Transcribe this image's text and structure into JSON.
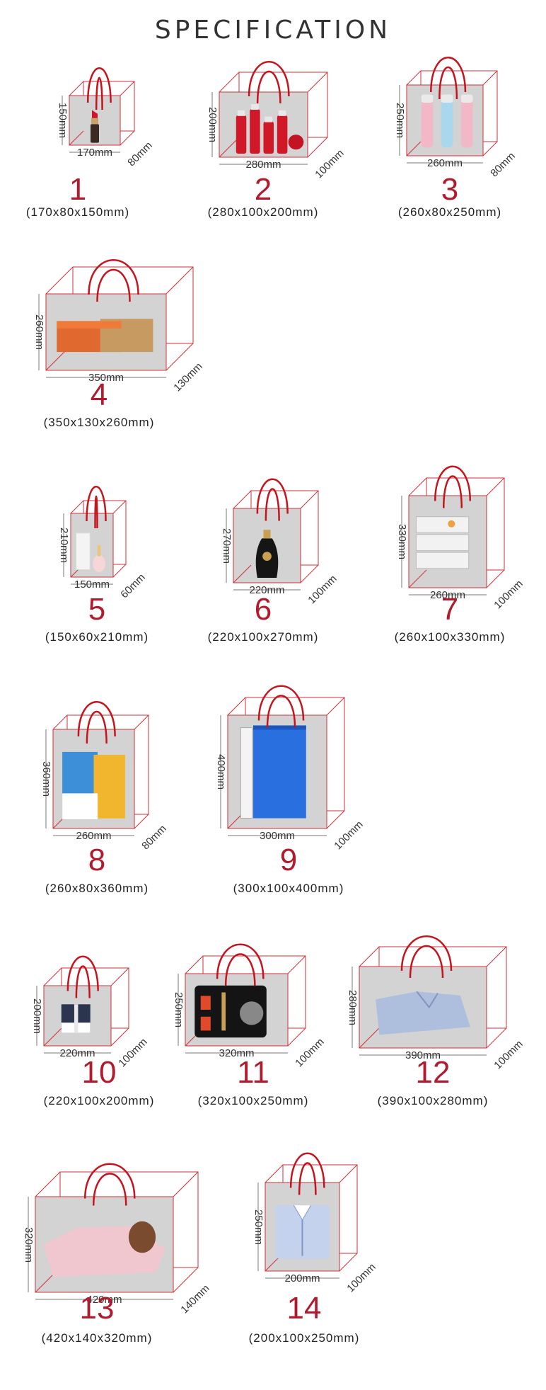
{
  "title": "SPECIFICATION",
  "colors": {
    "outline": "#d0303a",
    "handle": "#c4141e",
    "number": "#b01c2e",
    "panel": "#d3d3d3"
  },
  "bags": [
    {
      "number": "1",
      "spec": "(170x80x150mm)",
      "width": "170mm",
      "height": "150mm",
      "depth": "80mm",
      "product": "lipstick-icon"
    },
    {
      "number": "2",
      "spec": "(280x100x200mm)",
      "width": "280mm",
      "height": "200mm",
      "depth": "100mm",
      "product": "cosmetic-bottles-icon"
    },
    {
      "number": "3",
      "spec": "(260x80x250mm)",
      "width": "260mm",
      "height": "250mm",
      "depth": "80mm",
      "product": "thermos-bottles-icon"
    },
    {
      "number": "4",
      "spec": "(350x130x260mm)",
      "width": "350mm",
      "height": "260mm",
      "depth": "130mm",
      "product": "shoe-box-icon"
    },
    {
      "number": "5",
      "spec": "(150x60x210mm)",
      "width": "150mm",
      "height": "210mm",
      "depth": "60mm",
      "product": "perfume-icon"
    },
    {
      "number": "6",
      "spec": "(220x100x270mm)",
      "width": "220mm",
      "height": "270mm",
      "depth": "100mm",
      "product": "shampoo-bottle-icon"
    },
    {
      "number": "7",
      "spec": "(260x100x330mm)",
      "width": "260mm",
      "height": "330mm",
      "depth": "100mm",
      "product": "stacked-boxes-icon"
    },
    {
      "number": "8",
      "spec": "(260x80x360mm)",
      "width": "260mm",
      "height": "360mm",
      "depth": "80mm",
      "product": "brochure-icon"
    },
    {
      "number": "9",
      "spec": "(300x100x400mm)",
      "width": "300mm",
      "height": "400mm",
      "depth": "100mm",
      "product": "folder-icon"
    },
    {
      "number": "10",
      "spec": "(220x100x200mm)",
      "width": "220mm",
      "height": "200mm",
      "depth": "100mm",
      "product": "gift-box-icon"
    },
    {
      "number": "11",
      "spec": "(320x100x250mm)",
      "width": "320mm",
      "height": "250mm",
      "depth": "100mm",
      "product": "cosmetic-set-icon"
    },
    {
      "number": "12",
      "spec": "(390x100x280mm)",
      "width": "390mm",
      "height": "280mm",
      "depth": "100mm",
      "product": "folded-shirt-icon"
    },
    {
      "number": "13",
      "spec": "(420x140x320mm)",
      "width": "420mm",
      "height": "320mm",
      "depth": "140mm",
      "product": "pink-coat-icon"
    },
    {
      "number": "14",
      "spec": "(200x100x250mm)",
      "width": "200mm",
      "height": "250mm",
      "depth": "100mm",
      "product": "dress-shirt-icon"
    }
  ]
}
